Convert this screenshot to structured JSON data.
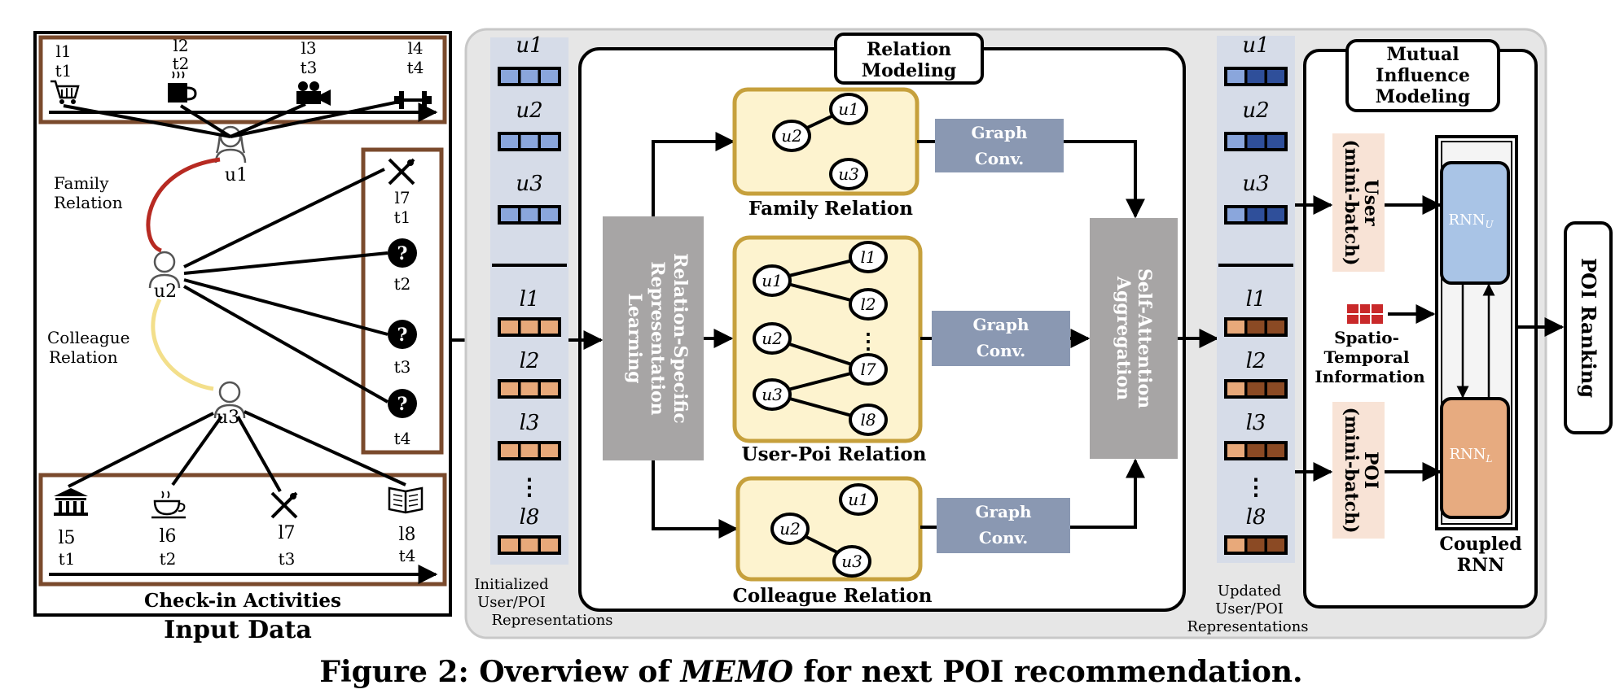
{
  "input": {
    "title": "Input Data",
    "checkin_title": "Check-in Activities",
    "family_label_1": "Family",
    "family_label_2": "Relation",
    "colleague_label_1": "Colleague",
    "colleague_label_2": "Relation",
    "users": {
      "u1": "u1",
      "u2": "u2",
      "u3": "u3"
    },
    "top_pois": [
      {
        "l": "l1",
        "t": "t1",
        "icon": "shopping-cart-icon"
      },
      {
        "l": "l2",
        "t": "t2",
        "icon": "coffee-cup-icon"
      },
      {
        "l": "l3",
        "t": "t3",
        "icon": "movie-camera-icon"
      },
      {
        "l": "l4",
        "t": "t4",
        "icon": "dumbbell-icon"
      }
    ],
    "right_pois": [
      {
        "l": "l7",
        "t": "t1",
        "icon": "fork-knife-icon"
      },
      {
        "t": "t2",
        "icon": "question-icon",
        "q": "?"
      },
      {
        "t": "t3",
        "icon": "question-icon",
        "q": "?"
      },
      {
        "t": "t4",
        "icon": "question-icon",
        "q": "?"
      }
    ],
    "bottom_pois": [
      {
        "l": "l5",
        "t": "t1",
        "icon": "museum-icon"
      },
      {
        "l": "l6",
        "t": "t2",
        "icon": "tea-cup-icon"
      },
      {
        "l": "l7",
        "t": "t3",
        "icon": "fork-knife-icon"
      },
      {
        "l": "l8",
        "t": "t4",
        "icon": "book-icon"
      }
    ]
  },
  "init_repr": {
    "users": [
      "u1",
      "u2",
      "u3"
    ],
    "pois": [
      "l1",
      "l2",
      "l3",
      "l8"
    ],
    "label_1": "Initialized",
    "label_2": "User/POI",
    "label_3": "Representations"
  },
  "relation_modeling": {
    "title_1": "Relation",
    "title_2": "Modeling",
    "rsrl_1": "Relation-Specific",
    "rsrl_2": "Representation",
    "rsrl_3": "Learning",
    "graph_conv_1": "Graph",
    "graph_conv_2": "Conv.",
    "family": "Family Relation",
    "userpoi": "User-Poi Relation",
    "colleague": "Colleague Relation",
    "node_u1": "u1",
    "node_u2": "u2",
    "node_u3": "u3",
    "node_l1": "l1",
    "node_l2": "l2",
    "node_l7": "l7",
    "node_l8": "l8",
    "saa_1": "Self-Attention",
    "saa_2": "Aggregation"
  },
  "updated_repr": {
    "users": [
      "u1",
      "u2",
      "u3"
    ],
    "pois": [
      "l1",
      "l2",
      "l3",
      "l8"
    ],
    "label_1": "Updated",
    "label_2": "User/POI",
    "label_3": "Representations"
  },
  "mutual": {
    "title_1": "Mutual",
    "title_2": "Influence",
    "title_3": "Modeling",
    "user_1": "User",
    "user_2": "(mini-batch)",
    "poi_1": "POI",
    "poi_2": "(mini-batch)",
    "st_1": "Spatio-",
    "st_2": "Temporal",
    "st_3": "Information",
    "rnn_u": "RNN",
    "rnn_u_sub": "U",
    "rnn_l": "RNN",
    "rnn_l_sub": "L",
    "coupled_1": "Coupled",
    "coupled_2": "RNN"
  },
  "output": {
    "label": "POI Ranking"
  },
  "caption": {
    "prefix": "Figure 2: Overview of ",
    "emph": "MEMO",
    "suffix": " for next POI recommendation."
  },
  "colors": {
    "panel_bg": "#e6e6e6",
    "column_bg": "#d6dce8",
    "user_cell": "#8aa6dc",
    "user_cell_dark": "#2f4f9a",
    "poi_cell": "#e8a97a",
    "poi_cell_dark": "#8b4a24",
    "graph_box": "#fdf3cf",
    "graph_border": "#c6a03c",
    "graph_conv": "#8a98b2",
    "gray_block": "#a7a5a5",
    "mini_batch": "#f8e3d6",
    "rnn_u": "#a9c4e6",
    "rnn_l": "#e7ab80",
    "family_link": "#b72a22",
    "colleague_link": "#f3df8b",
    "st_grid": "#c9292a"
  }
}
